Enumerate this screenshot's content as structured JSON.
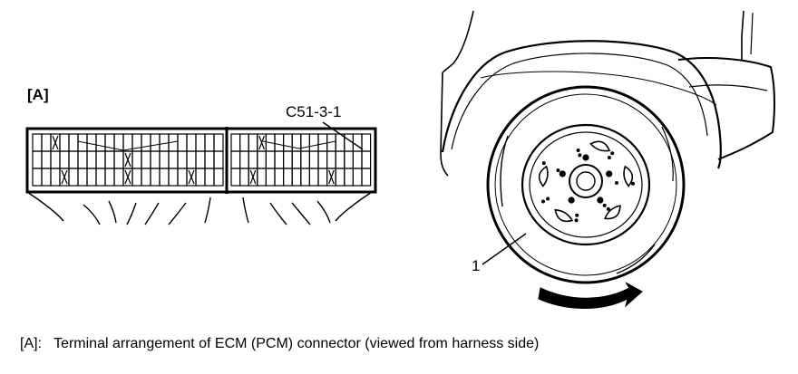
{
  "labels": {
    "view_tag": "[A]",
    "connector_code": "C51-3-1",
    "wheel_callout": "1"
  },
  "caption": {
    "tag": "[A]:",
    "text": "Terminal arrangement of ECM (PCM) connector (viewed from harness side)"
  },
  "connector": {
    "block_left": {
      "columns": 21,
      "rows": 3
    },
    "block_right": {
      "columns": 16,
      "rows": 3
    }
  }
}
